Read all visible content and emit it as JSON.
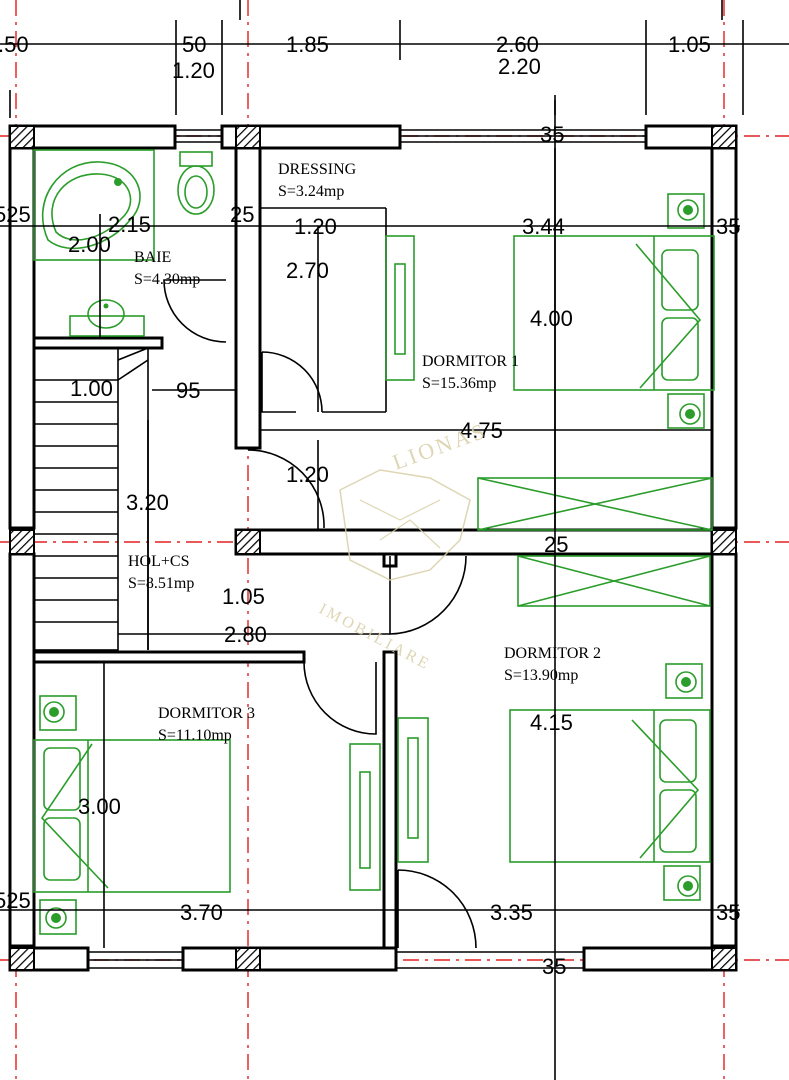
{
  "colors": {
    "wall": "#000000",
    "axis": "#e02020",
    "furniture": "#2a9d2a",
    "watermark": "#d8cfa8"
  },
  "top_dims": {
    "d1": ".50",
    "d2": "50",
    "d3": "1.20",
    "d4": "1.85",
    "d5": "2.60",
    "d6": "2.20",
    "d7": "1.05"
  },
  "dims": {
    "baie_w": "2.15",
    "baie_h": "2.00",
    "t25a": "25",
    "left525a": "525",
    "dress_w": "1.20",
    "dress_h": "2.70",
    "d1_w": "3.44",
    "d1_r35": "35",
    "top35": "35",
    "d1_h": "4.00",
    "hol_w": "1.00",
    "hol_95": "95",
    "d1_w2": "4.75",
    "door_120": "1.20",
    "hol_h": "3.20",
    "mid25": "25",
    "hol_105": "1.05",
    "hol_280": "2.80",
    "d2_h": "4.15",
    "d3_h": "3.00",
    "left525b": "525",
    "d3_w": "3.70",
    "d2_w": "3.35",
    "d2_r35": "35",
    "bot35": "35"
  },
  "rooms": {
    "dressing": {
      "name": "DRESSING",
      "area": "S=3.24mp"
    },
    "baie": {
      "name": "BAIE",
      "area": "S=4.30mp"
    },
    "dormitor1": {
      "name": "DORMITOR 1",
      "area": "S=15.36mp"
    },
    "hol": {
      "name": "HOL+CS",
      "area": "S=8.51mp"
    },
    "dormitor2": {
      "name": "DORMITOR 2",
      "area": "S=13.90mp"
    },
    "dormitor3": {
      "name": "DORMITOR 3",
      "area": "S=11.10mp"
    }
  },
  "watermark": {
    "line1": "LIONAS",
    "line2": "IMOBILIARE"
  }
}
